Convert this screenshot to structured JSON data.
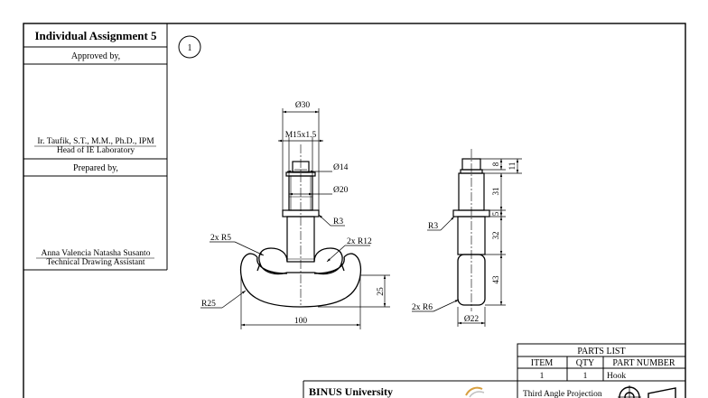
{
  "title_block": {
    "assignment_title": "Individual Assignment 5",
    "approved_label": "Approved by,",
    "approver_name": "Ir. Taufik, S.T., M.M., Ph.D., IPM",
    "approver_role": "Head of IE Laboratory",
    "prepared_label": "Prepared by,",
    "preparer_name": "Anna Valencia Natasha Susanto",
    "preparer_role": "Technical Drawing Assistant"
  },
  "view_balloon": "1",
  "dimensions": {
    "top_diameter": "Ø30",
    "thread": "M15x1.5",
    "shank_diameter_upper": "Ø14",
    "shank_diameter_lower": "Ø20",
    "fillet_front": "R3",
    "hook_inner_radius": "2x R5",
    "hook_outer_radius": "2x R12",
    "hook_bottom_radius": "R25",
    "hook_height": "25",
    "overall_width": "100",
    "side_fillet": "R3",
    "side_bottom_radius": "2x R6",
    "side_diameter": "Ø22",
    "side_h1": "8",
    "side_h2": "11",
    "side_h3": "31",
    "side_h4": "5",
    "side_h5": "32",
    "side_h6": "43"
  },
  "parts_list": {
    "title": "PARTS LIST",
    "headers": [
      "ITEM",
      "QTY",
      "PART NUMBER"
    ],
    "rows": [
      [
        "1",
        "1",
        "Hook"
      ]
    ]
  },
  "footer": {
    "university": "BINUS University",
    "projection": "Third Angle Projection"
  },
  "colors": {
    "line": "#000000",
    "background": "#ffffff"
  }
}
